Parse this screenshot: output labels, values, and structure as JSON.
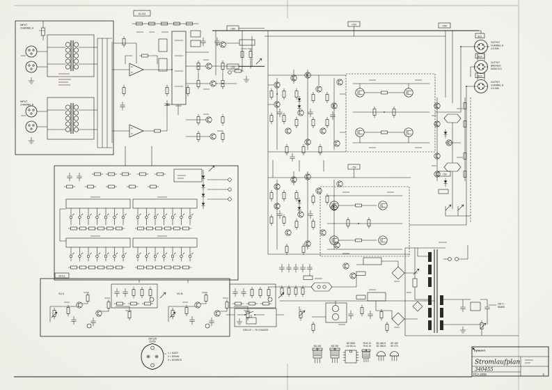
{
  "title_block": {
    "maker": "Dynacord",
    "title": "Stromlaufplan",
    "number": "340455",
    "model": "PCA 2250",
    "page": "1-"
  },
  "notes": {
    "ground": "CIRCUIT ⊥ TO CHASSIS",
    "mains_1": "230 V~",
    "mains_2": "MAINS"
  },
  "inputs": {
    "a1": "INPUT",
    "a2": "CHANNEL A",
    "b1": "INPUT",
    "b2": "CHANNEL B"
  },
  "connectors": {
    "bu1": "BU1",
    "bu2": "BU2",
    "bu3": "BU3"
  },
  "outputs": {
    "a1": "OUTPUT",
    "a2": "CHANNEL A",
    "a3": "4 Ω MIN",
    "br1": "OUTPUT",
    "br2": "BRIDGED",
    "br3": "MONO 8 Ω",
    "b1": "OUTPUT",
    "b2": "CHANNEL B",
    "b3": "4 Ω MIN"
  },
  "mosfet_pinout": {
    "type1": "2SK135",
    "type2": "2SJ50",
    "pin1": "1 = GATE",
    "pin2": "2 = DRAIN",
    "pin3": "3 = SOURCE"
  },
  "packages": {
    "p1a": "BD 249",
    "p2a": "BD 250",
    "p3a": "NE 5532",
    "p3b": "LM 301 A",
    "p4a": "78 M 15",
    "p4b": "79 M 15",
    "p5a": "BC 546 B",
    "p5b": "BC 556 B",
    "p6a": "BF 469",
    "p6b": "BF 470"
  },
  "rail_flags": {
    "f1": "+15V",
    "f2": "-15V",
    "f3": "+75V",
    "f4": "-75V",
    "f5": "+75V",
    "f6": "-75V"
  },
  "board_refs": {
    "r1": "A1-D4",
    "r2": "A2-D1"
  },
  "vu": {
    "a": "VU A",
    "b": "VU B"
  },
  "colors": {
    "ink": "#1f1f1f",
    "paper": "#f6f5f0",
    "crease": "#b5b2a8"
  }
}
